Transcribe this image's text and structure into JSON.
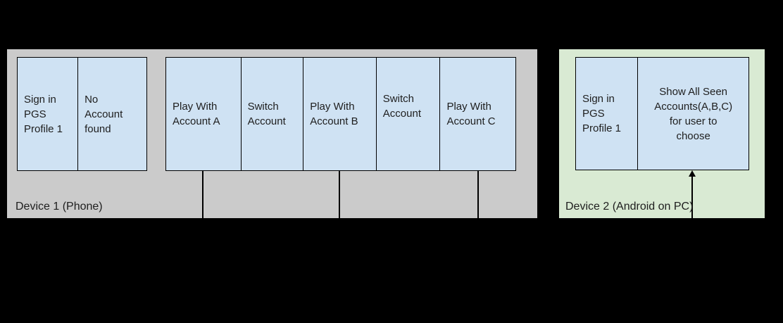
{
  "colors": {
    "canvas_bg": "#000000",
    "device1_lane_bg": "#cbcbcb",
    "device2_lane_bg": "#d9ead3",
    "flow_box_fill": "#cfe2f3",
    "flow_box_border": "#000000",
    "text": "#1e1e1e"
  },
  "device1": {
    "label": "Device 1 (Phone)",
    "signin_group": {
      "cells": [
        "Sign in\nPGS\nProfile 1",
        "No\nAccount\nfound"
      ]
    },
    "play_group": {
      "cells": [
        "Play With\nAccount A",
        "Switch\nAccount",
        "Play With\nAccount B",
        "Switch\nAccount",
        "Play With\nAccount C"
      ]
    }
  },
  "device2": {
    "label": "Device 2 (Android on PC)",
    "group": {
      "cells": [
        "Sign in\nPGS\nProfile 1",
        "Show All Seen\nAccounts(A,B,C)\nfor user to\nchoose"
      ]
    }
  }
}
